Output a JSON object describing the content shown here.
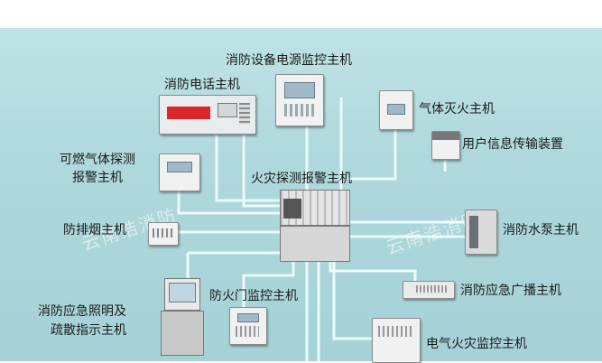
{
  "diagram": {
    "center": "火灾探测报警主机",
    "nodes": {
      "power_monitor": "消防设备电源监控主机",
      "phone": "消防电话主机",
      "gas_extinguish": "气体灭火主机",
      "user_info": "用户信息传输装置",
      "combustible_gas_line1": "可燃气体探测",
      "combustible_gas_line2": "报警主机",
      "smoke_exhaust": "防排烟主机",
      "water_pump": "消防水泵主机",
      "broadcast": "消防应急广播主机",
      "emergency_light_line1": "消防应急照明及",
      "emergency_light_line2": "疏散指示主机",
      "fire_door": "防火门监控主机",
      "electrical_fire": "电气火灾监控主机"
    },
    "watermarks": [
      "云南浩消防",
      "云南浩消防"
    ],
    "colors": {
      "background": "#aed8dc",
      "line": "#e9fbfb",
      "accent_red": "#d8262b"
    }
  }
}
